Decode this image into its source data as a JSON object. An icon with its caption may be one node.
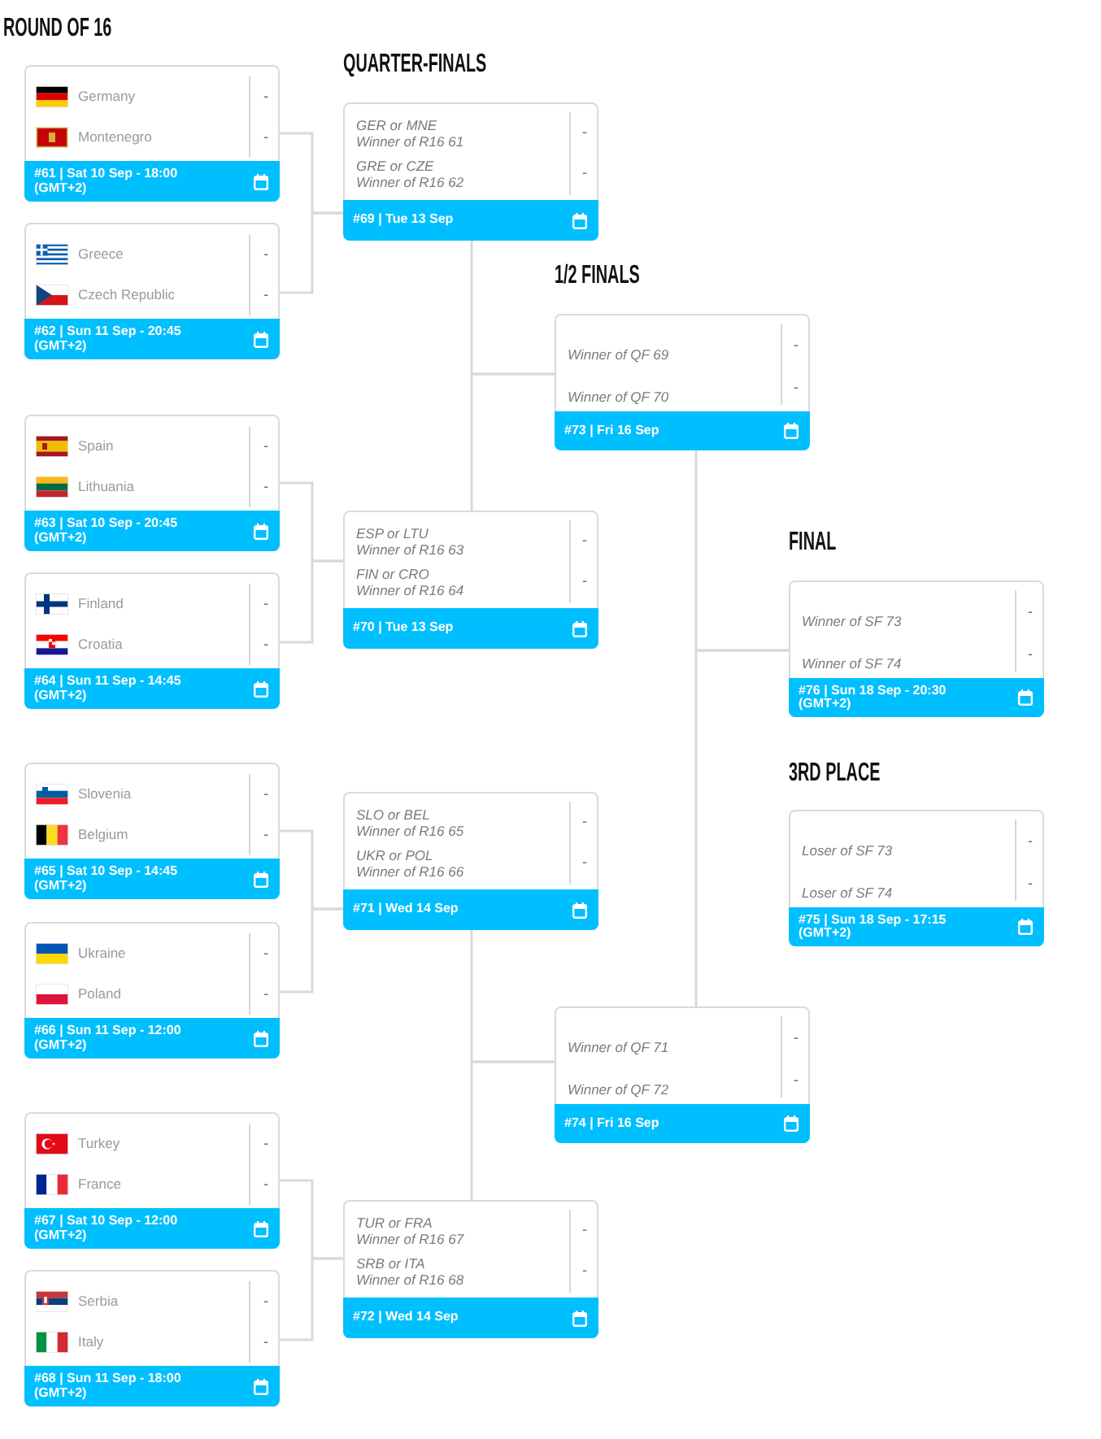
{
  "diagram": {
    "nodes": [
      {
        "text": [
          "Germany",
          "-",
          "Montenegro",
          "-",
          "#61 | Sat 10 Sep - 18:00 (GMT+2)"
        ]
      },
      {
        "text": [
          "Greece",
          "-",
          "Czech Republic",
          "-",
          "#62 | Sun 11 Sep - 20:45 (GMT+2)"
        ]
      },
      {
        "text": [
          "Spain",
          "-",
          "Lithuania",
          "-",
          "#63 | Sat 10 Sep - 20:45 (GMT+2)"
        ]
      },
      {
        "text": [
          "Finland",
          "-",
          "Croatia",
          "-",
          "#64 | Sun 11 Sep - 14:45 (GMT+2)"
        ]
      },
      {
        "text": [
          "Slovenia",
          "-",
          "Belgium",
          "-",
          "#65 | Sat 10 Sep - 14:45 (GMT+2)"
        ]
      },
      {
        "text": [
          "Ukraine",
          "-",
          "Poland",
          "-",
          "#66 | Sun 11 Sep - 12:00 (GMT+2)"
        ]
      },
      {
        "text": [
          "Turkey",
          "-",
          "France",
          "-",
          "#67 | Sat 10 Sep - 12:00 (GMT+2)"
        ]
      },
      {
        "text": [
          "Serbia",
          "-",
          "Italy",
          "-",
          "#68 | Sun 11 Sep - 18:00 (GMT+2)"
        ]
      },
      {
        "text": [
          "GER or MNE",
          "Winner of R16 61",
          "-",
          "GRE or CZE",
          "Winner of R16 62",
          "-",
          "#69 | Tue 13 Sep"
        ]
      },
      {
        "text": [
          "ESP or LTU",
          "Winner of R16 63",
          "-",
          "FIN or CRO",
          "Winner of R16 64",
          "-",
          "#70 | Tue 13 Sep"
        ]
      },
      {
        "text": [
          "SLO or BEL",
          "Winner of R16 65",
          "-",
          "UKR or POL",
          "Winner of R16 66",
          "-",
          "#71 | Wed 14 Sep"
        ]
      },
      {
        "text": [
          "TUR or FRA",
          "Winner of R16 67",
          "-",
          "SRB or ITA",
          "Winner of R16 68",
          "-",
          "#72 | Wed 14 Sep"
        ]
      },
      {
        "text": [
          "Winner of QF 69",
          "-",
          "Winner of QF 70",
          "-",
          "#73 | Fri 16 Sep"
        ]
      },
      {
        "text": [
          "Winner of QF 71",
          "-",
          "Winner of QF 72",
          "-",
          "#74 | Fri 16 Sep"
        ]
      },
      {
        "text": [
          "Winner of SF 73",
          "-",
          "Winner of SF 74",
          "-",
          "#76 | Sun 18 Sep - 20:30 (GMT+2)"
        ]
      },
      {
        "text": [
          "Loser of SF 73",
          "-",
          "Loser of SF 74",
          "-",
          "#75 | Sun 18 Sep - 17:15 (GMT+2)"
        ]
      }
    ],
    "edges": [
      {
        "from": 0,
        "to": 8,
        "arrow": "none"
      },
      {
        "from": 1,
        "to": 8,
        "arrow": "none"
      },
      {
        "from": 2,
        "to": 9,
        "arrow": "none"
      },
      {
        "from": 3,
        "to": 9,
        "arrow": "none"
      },
      {
        "from": 4,
        "to": 10,
        "arrow": "none"
      },
      {
        "from": 5,
        "to": 10,
        "arrow": "none"
      },
      {
        "from": 6,
        "to": 11,
        "arrow": "none"
      },
      {
        "from": 7,
        "to": 11,
        "arrow": "none"
      },
      {
        "from": 8,
        "to": 12,
        "arrow": "none"
      },
      {
        "from": 9,
        "to": 12,
        "arrow": "none"
      },
      {
        "from": 10,
        "to": 13,
        "arrow": "none"
      },
      {
        "from": 11,
        "to": 13,
        "arrow": "none"
      },
      {
        "from": 12,
        "to": 14,
        "arrow": "none"
      },
      {
        "from": 13,
        "to": 14,
        "arrow": "none"
      }
    ],
    "labels": [
      "ROUND OF 16",
      "QUARTER-FINALS",
      "1/2 FINALS",
      "FINAL",
      "3RD PLACE"
    ]
  }
}
